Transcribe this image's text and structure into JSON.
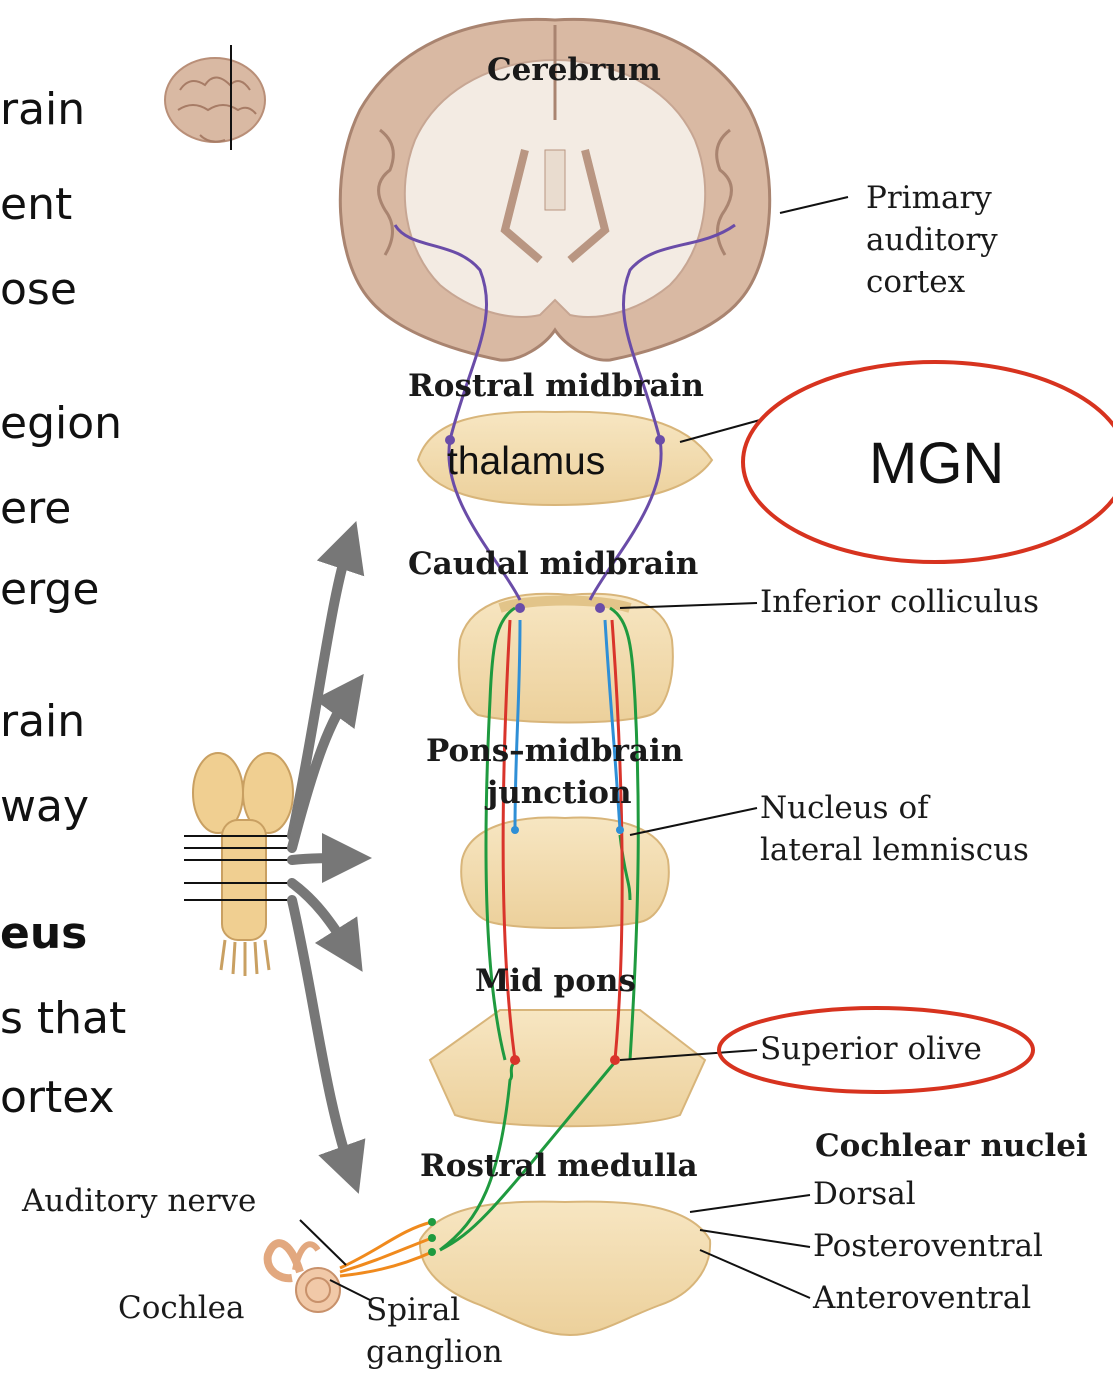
{
  "slide_text": {
    "lines": [
      {
        "text": "rain",
        "bold": false
      },
      {
        "text": "ent",
        "bold": false
      },
      {
        "text": "ose",
        "bold": false
      },
      {
        "text": "egion",
        "bold": false
      },
      {
        "text": "ere",
        "bold": false
      },
      {
        "text": "erge",
        "bold": false
      },
      {
        "text": "rain",
        "bold": false
      },
      {
        "text": "way",
        "bold": false
      },
      {
        "text": "eus",
        "bold": true
      },
      {
        "text": "s that",
        "bold": false
      },
      {
        "text": "ortex",
        "bold": false
      }
    ]
  },
  "levels": {
    "cerebrum": "Cerebrum",
    "rostral_midbrain": "Rostral midbrain",
    "caudal_midbrain": "Caudal midbrain",
    "pons_midbrain_1": "Pons–midbrain",
    "pons_midbrain_2": "junction",
    "mid_pons": "Mid pons",
    "rostral_medulla": "Rostral medulla"
  },
  "structures": {
    "primary_auditory_cortex": [
      "Primary",
      "auditory",
      "cortex"
    ],
    "inferior_colliculus": "Inferior colliculus",
    "nucleus_lateral_lemniscus": [
      "Nucleus of",
      "lateral lemniscus"
    ],
    "superior_olive": "Superior olive",
    "cochlear_nuclei": "Cochlear nuclei",
    "dorsal": "Dorsal",
    "posteroventral": "Posteroventral",
    "anteroventral": "Anteroventral",
    "auditory_nerve": "Auditory nerve",
    "cochlea": "Cochlea",
    "spiral_ganglion": [
      "Spiral",
      "ganglion"
    ]
  },
  "overlays": {
    "thalamus": "thalamus",
    "mgn": "MGN"
  },
  "colors": {
    "tissue": "#f4dfb4",
    "tissue_dark": "#e9c98f",
    "cortex": "#d9b9a3",
    "white_matter": "#f3ebe3",
    "purple_path": "#6a4ca8",
    "red_path": "#d9342b",
    "blue_path": "#2f8fd6",
    "green_path": "#1f9a3f",
    "orange_path": "#f08a1d",
    "highlight_ring": "#d7331f",
    "arrow_gray": "#777777"
  }
}
